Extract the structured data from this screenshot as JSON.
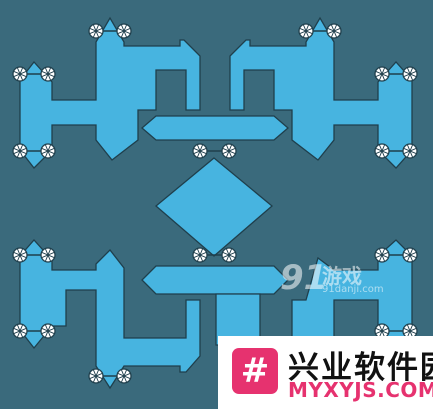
{
  "board": {
    "background_color": "#3a6a7c",
    "pipe_color": "#47b4e0",
    "node_count": 28
  },
  "watermark": {
    "number": "91",
    "name": "游戏",
    "site": "91danji.com"
  },
  "banner": {
    "logo_glyph": "#",
    "title": "兴业软件园",
    "url": "MYXYJS.COM",
    "accent_color": "#e6326f"
  }
}
